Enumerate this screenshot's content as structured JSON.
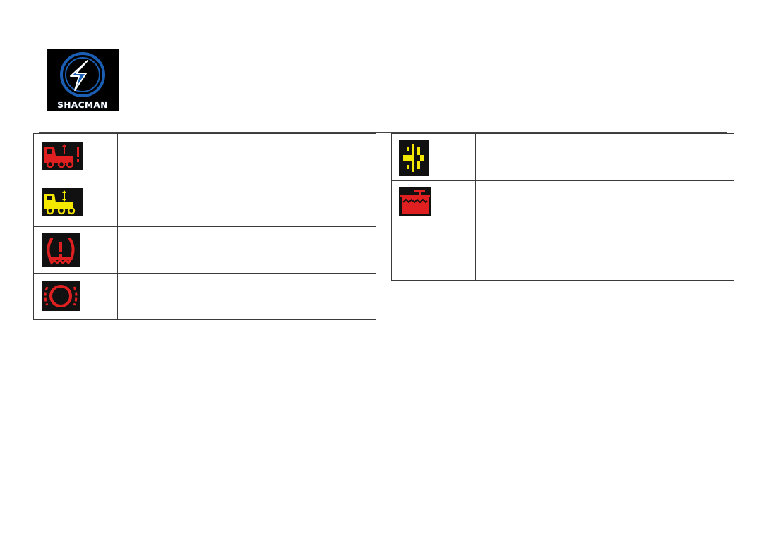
{
  "brand": {
    "logo_text": "SHACMAN"
  },
  "colors": {
    "warning_red": "#e02020",
    "caution_yellow": "#f5e800",
    "brand_blue": "#1a5fb4",
    "icon_background": "#111111"
  },
  "left_table": {
    "rows": [
      {
        "icon": "truck-lift-warning-icon",
        "icon_color": "red",
        "description": ""
      },
      {
        "icon": "truck-lift-axle-icon",
        "icon_color": "yellow",
        "description": ""
      },
      {
        "icon": "tire-pressure-warning-icon",
        "icon_color": "red",
        "description": ""
      },
      {
        "icon": "brake-pad-wear-icon",
        "icon_color": "red",
        "description": ""
      }
    ]
  },
  "right_table": {
    "rows": [
      {
        "icon": "clutch-wear-icon",
        "icon_color": "yellow",
        "description": ""
      },
      {
        "icon": "coolant-level-icon",
        "icon_color": "red",
        "description": ""
      }
    ]
  }
}
